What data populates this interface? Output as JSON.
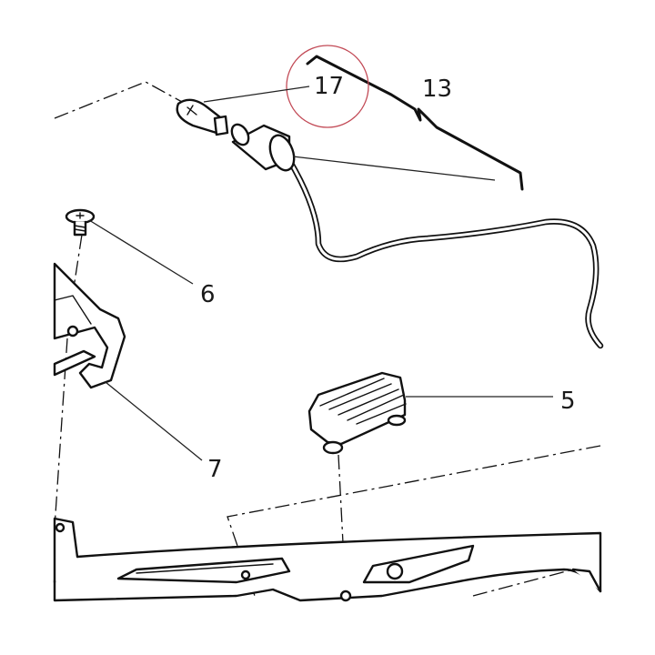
{
  "diagram": {
    "callouts": [
      {
        "id": "c17",
        "label": "17"
      },
      {
        "id": "c13",
        "label": "13"
      },
      {
        "id": "c6",
        "label": "6"
      },
      {
        "id": "c5",
        "label": "5"
      },
      {
        "id": "c7",
        "label": "7"
      }
    ],
    "colors": {
      "line": "#111111",
      "highlight_circle": "#c24a56",
      "background": "#ffffff"
    }
  }
}
